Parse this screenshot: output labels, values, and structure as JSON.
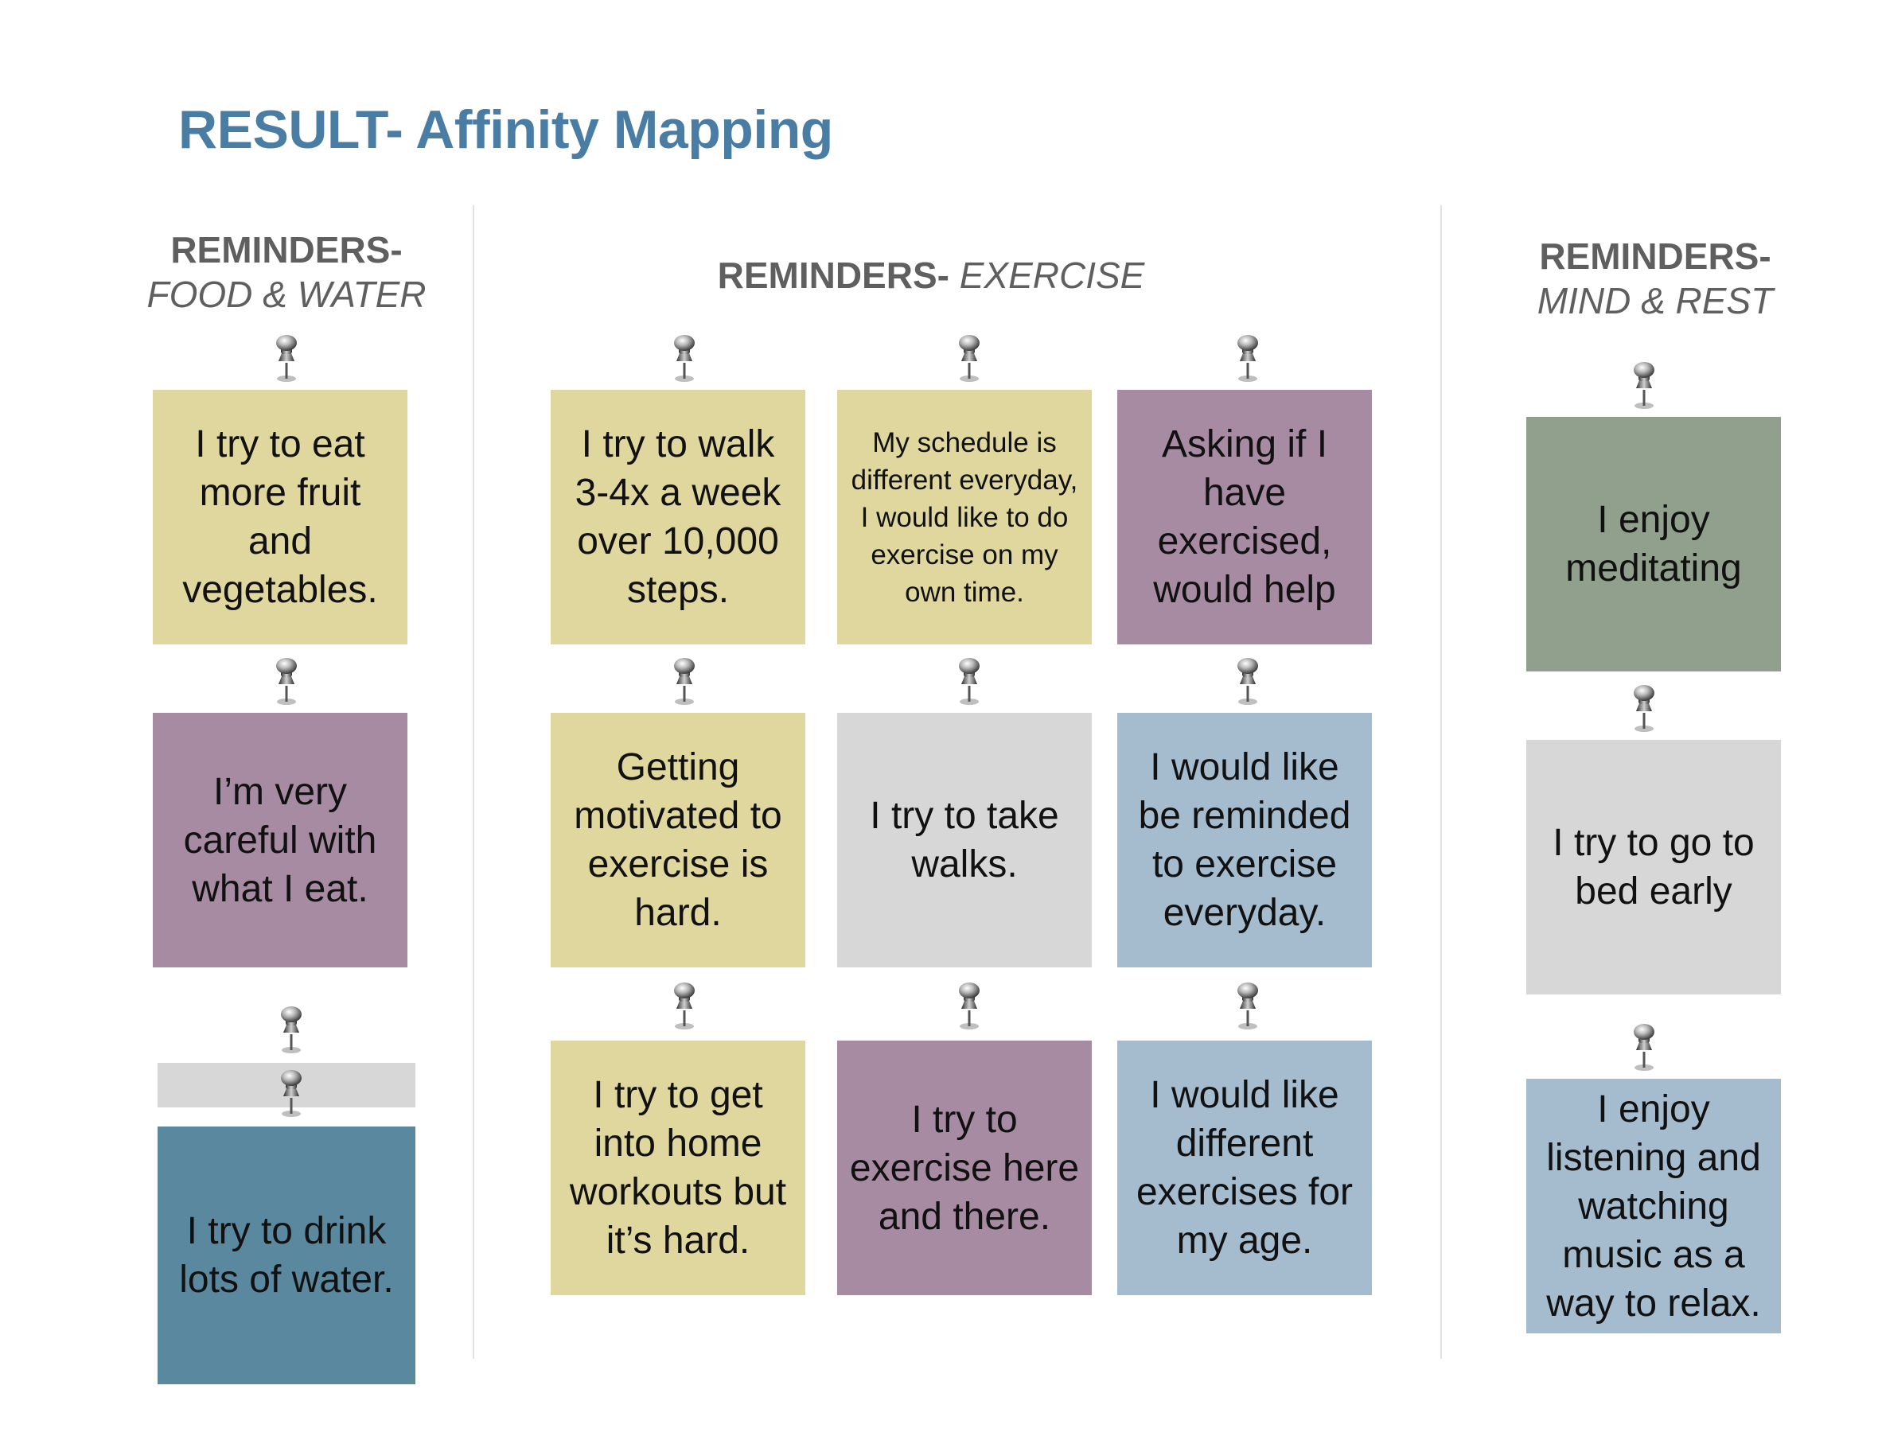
{
  "title": "RESULT- Affinity Mapping",
  "colors": {
    "title": "#4a7da3",
    "yellow": "#dfd79e",
    "purple": "#a68ba2",
    "gray": "#d7d7d7",
    "blue": "#a5bccf",
    "teal": "#5a899f",
    "green": "#90a08c"
  },
  "groups": [
    {
      "heading_bold": "REMINDERS-",
      "heading_italic": "FOOD & WATER",
      "notes": [
        {
          "text": "I try to eat more fruit and vegetables.",
          "color": "yellow"
        },
        {
          "text": "I’m very careful with what I eat.",
          "color": "purple"
        },
        {
          "text": "I try to drink lots of water.",
          "color": "teal"
        }
      ]
    },
    {
      "heading_bold": "REMINDERS-",
      "heading_italic": "EXERCISE",
      "notes": [
        {
          "text": "I try to walk 3-4x a week over 10,000 steps.",
          "color": "yellow"
        },
        {
          "text": "My schedule is different everyday, I would like to do exercise on my own time.",
          "color": "yellow"
        },
        {
          "text": "Asking if I have exercised, would help",
          "color": "purple"
        },
        {
          "text": "Getting motivated to exercise is hard.",
          "color": "yellow"
        },
        {
          "text": "I try to take walks.",
          "color": "gray"
        },
        {
          "text": "I would like be reminded to exercise everyday.",
          "color": "blue"
        },
        {
          "text": "I try to get into home workouts but it’s hard.",
          "color": "yellow"
        },
        {
          "text": "I try to exercise here and there.",
          "color": "purple"
        },
        {
          "text": "I would like different exercises for my age.",
          "color": "blue"
        }
      ]
    },
    {
      "heading_bold": "REMINDERS-",
      "heading_italic": "MIND & REST",
      "notes": [
        {
          "text": "I enjoy meditating",
          "color": "green"
        },
        {
          "text": "I try to go to bed early",
          "color": "gray"
        },
        {
          "text": "I enjoy listening and watching music as a way to relax.",
          "color": "blue"
        }
      ]
    }
  ],
  "icons": {
    "pin": "push-pin-icon"
  }
}
